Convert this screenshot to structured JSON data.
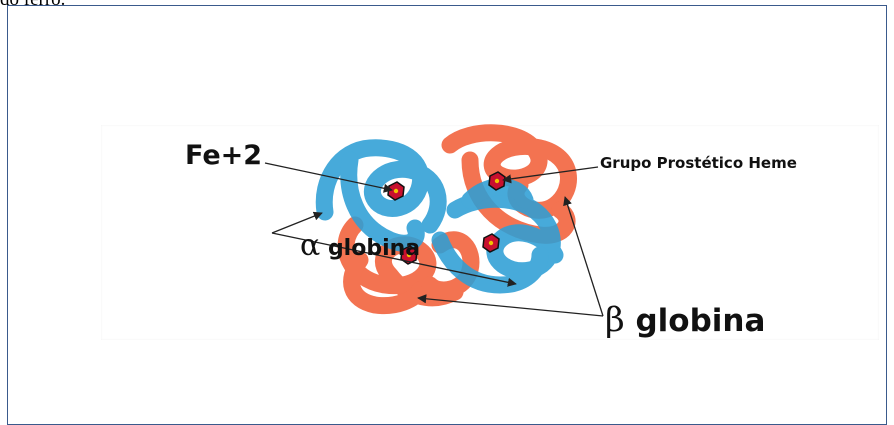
{
  "header": {
    "text": "do ferro."
  },
  "diagram": {
    "labels": {
      "fe": "Fe+2",
      "grupo": "Grupo Prostético Heme",
      "alpha_symbol": "α",
      "alpha_text": "globina",
      "beta_symbol": "β",
      "beta_text": "globina"
    },
    "colors": {
      "alpha_chain": "#2e9fd6",
      "beta_chain": "#f2603a",
      "heme": "#c8102e",
      "iron": "#f2c200"
    }
  }
}
